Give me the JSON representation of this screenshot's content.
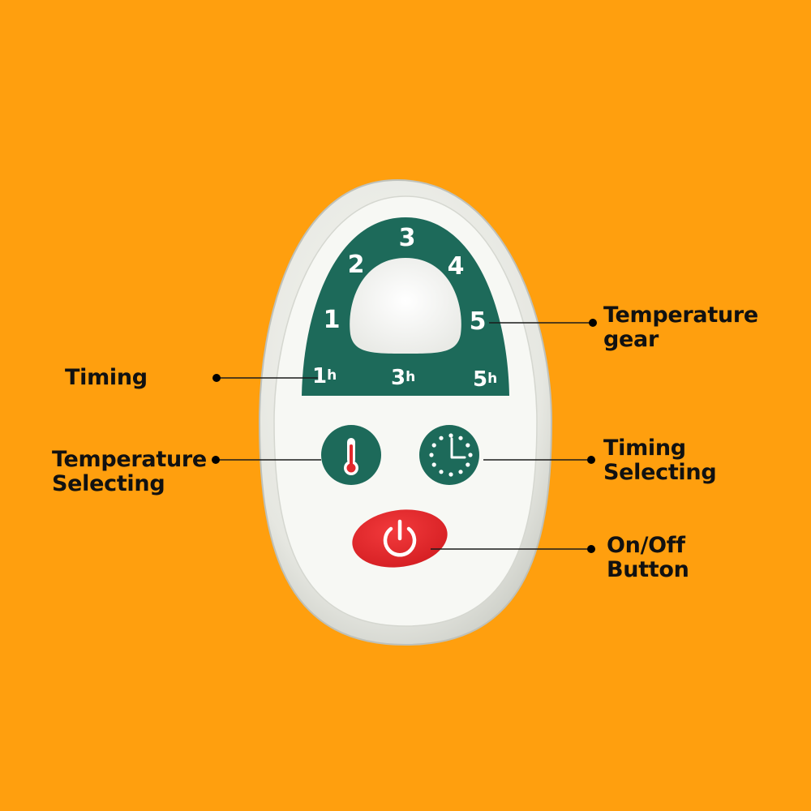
{
  "remote": {
    "gear_levels": [
      "1",
      "2",
      "3",
      "4",
      "5"
    ],
    "timer_labels": [
      {
        "num": "1",
        "unit": "h"
      },
      {
        "num": "3",
        "unit": "h"
      },
      {
        "num": "5",
        "unit": "h"
      }
    ]
  },
  "callouts": {
    "temperature_gear": [
      "Temperature",
      "gear"
    ],
    "timing": [
      "Timing"
    ],
    "temperature_selecting": [
      "Temperature",
      "Selecting"
    ],
    "timing_selecting": [
      "Timing",
      "Selecting"
    ],
    "on_off_button": [
      "On/Off",
      "Button"
    ]
  },
  "colors": {
    "background": "#FF9F0E",
    "remote_body": "#ECEDE8",
    "remote_face": "#F7F8F4",
    "panel_green": "#1D6A5A",
    "power_red": "#E3282C"
  }
}
